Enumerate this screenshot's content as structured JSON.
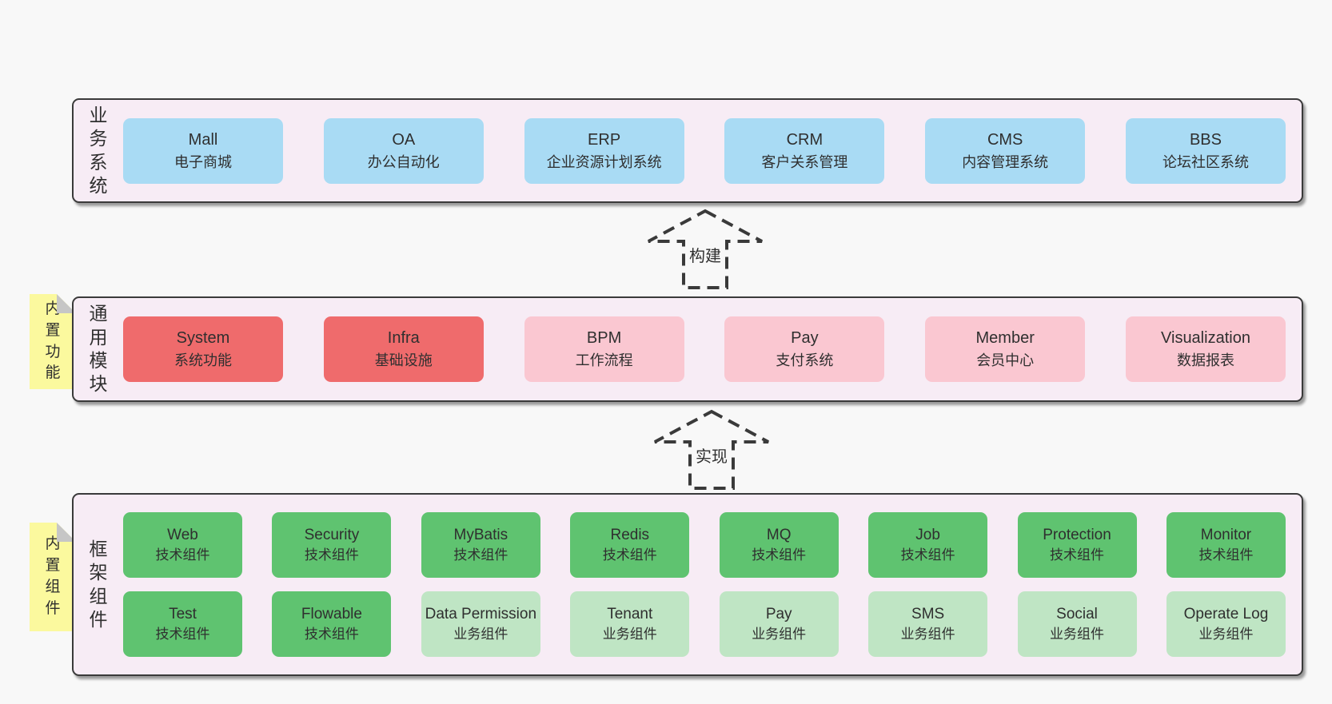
{
  "colors": {
    "page_bg": "#f8f8f8",
    "band_bg": "#f7ecf5",
    "border": "#3a3a3a",
    "box_blue": "#a9dbf4",
    "box_red": "#ef6b6c",
    "box_pink": "#fac7d1",
    "box_green": "#5fc370",
    "box_lightgreen": "#bfe5c4",
    "sticky_yellow": "#fbf99e"
  },
  "arrows": [
    {
      "label": "构建"
    },
    {
      "label": "实现"
    }
  ],
  "stickies": [
    {
      "label": "内置功能"
    },
    {
      "label": "内置组件"
    }
  ],
  "bands": [
    {
      "label": "业务系统",
      "rows": [
        [
          {
            "title": "Mall",
            "subtitle": "电子商城",
            "type": "blue"
          },
          {
            "title": "OA",
            "subtitle": "办公自动化",
            "type": "blue"
          },
          {
            "title": "ERP",
            "subtitle": "企业资源计划系统",
            "type": "blue"
          },
          {
            "title": "CRM",
            "subtitle": "客户关系管理",
            "type": "blue"
          },
          {
            "title": "CMS",
            "subtitle": "内容管理系统",
            "type": "blue"
          },
          {
            "title": "BBS",
            "subtitle": "论坛社区系统",
            "type": "blue"
          }
        ]
      ]
    },
    {
      "label": "通用模块",
      "rows": [
        [
          {
            "title": "System",
            "subtitle": "系统功能",
            "type": "red"
          },
          {
            "title": "Infra",
            "subtitle": "基础设施",
            "type": "red"
          },
          {
            "title": "BPM",
            "subtitle": "工作流程",
            "type": "pink"
          },
          {
            "title": "Pay",
            "subtitle": "支付系统",
            "type": "pink"
          },
          {
            "title": "Member",
            "subtitle": "会员中心",
            "type": "pink"
          },
          {
            "title": "Visualization",
            "subtitle": "数据报表",
            "type": "pink"
          }
        ]
      ]
    },
    {
      "label": "框架组件",
      "rows": [
        [
          {
            "title": "Web",
            "subtitle": "技术组件",
            "type": "green"
          },
          {
            "title": "Security",
            "subtitle": "技术组件",
            "type": "green"
          },
          {
            "title": "MyBatis",
            "subtitle": "技术组件",
            "type": "green"
          },
          {
            "title": "Redis",
            "subtitle": "技术组件",
            "type": "green"
          },
          {
            "title": "MQ",
            "subtitle": "技术组件",
            "type": "green"
          },
          {
            "title": "Job",
            "subtitle": "技术组件",
            "type": "green"
          },
          {
            "title": "Protection",
            "subtitle": "技术组件",
            "type": "green"
          },
          {
            "title": "Monitor",
            "subtitle": "技术组件",
            "type": "green"
          }
        ],
        [
          {
            "title": "Test",
            "subtitle": "技术组件",
            "type": "green"
          },
          {
            "title": "Flowable",
            "subtitle": "技术组件",
            "type": "green"
          },
          {
            "title": "Data Permission",
            "subtitle": "业务组件",
            "type": "lightgreen"
          },
          {
            "title": "Tenant",
            "subtitle": "业务组件",
            "type": "lightgreen"
          },
          {
            "title": "Pay",
            "subtitle": "业务组件",
            "type": "lightgreen"
          },
          {
            "title": "SMS",
            "subtitle": "业务组件",
            "type": "lightgreen"
          },
          {
            "title": "Social",
            "subtitle": "业务组件",
            "type": "lightgreen"
          },
          {
            "title": "Operate Log",
            "subtitle": "业务组件",
            "type": "lightgreen"
          }
        ]
      ]
    }
  ]
}
